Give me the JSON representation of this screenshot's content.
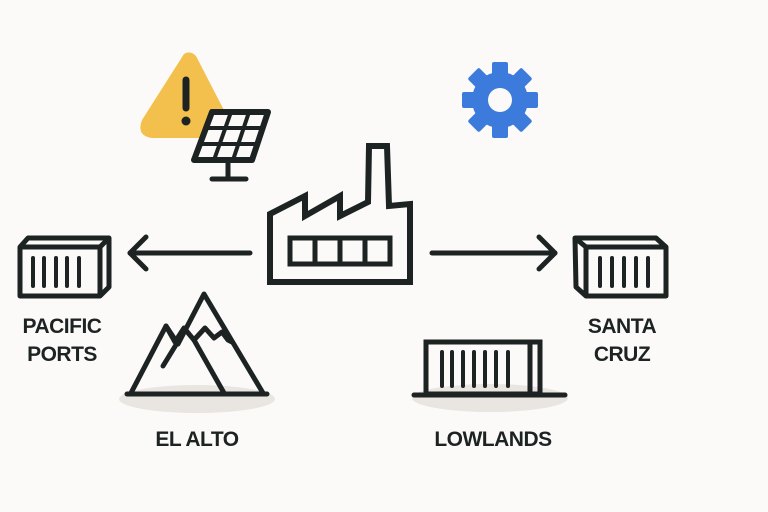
{
  "labels": {
    "pacific_ports_line1": "PACIFIC",
    "pacific_ports_line2": "PORTS",
    "santa_cruz_line1": "SANTA",
    "santa_cruz_line2": "CRUZ",
    "el_alto": "EL ALTO",
    "lowlands": "LOWLANDS"
  },
  "icons": [
    "warning-icon",
    "solar-panel-icon",
    "gear-icon",
    "factory-icon",
    "shipping-container-icon",
    "mountain-icon",
    "arrow-left-icon",
    "arrow-right-icon"
  ],
  "colors": {
    "ink": "#1d2323",
    "warning": "#f3c04d",
    "gear": "#3c7bdb",
    "shadow": "#e9e5e0"
  }
}
